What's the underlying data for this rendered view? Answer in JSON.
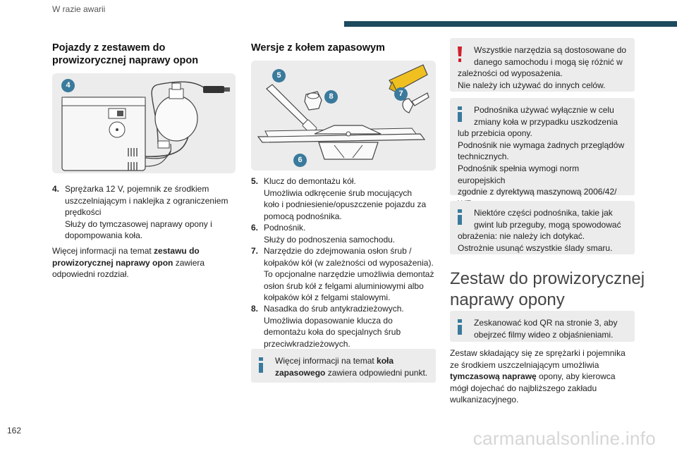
{
  "header": {
    "section": "W razie awarii"
  },
  "footer": {
    "page_number": "162",
    "watermark": "carmanualsonline.info"
  },
  "colors": {
    "accent": "#1d4a5e",
    "badge": "#3a7a9c",
    "warning": "#d0202e",
    "info": "#3a7a9c",
    "box": "#ececec"
  },
  "left": {
    "heading": [
      "Pojazdy z zestawem do",
      "prowizorycznej naprawy opon"
    ],
    "figure_badge": "4",
    "items": [
      {
        "num": "4.",
        "lines": [
          "Sprężarka 12 V, pojemnik ze środkiem",
          "uszczelniającym i naklejka z ograniczeniem",
          "prędkości",
          "Służy do tymczasowej naprawy opony i",
          "dopompowania koła."
        ]
      }
    ],
    "para": {
      "l1_pre": "Więcej informacji na temat ",
      "l1_bold": "zestawu do",
      "l2_bold": "prowizorycznej naprawy opon",
      "l2_post": " zawiera",
      "l3": "odpowiedni rozdział."
    }
  },
  "middle": {
    "heading": "Wersje z kołem zapasowym",
    "figure_badges": [
      "5",
      "6",
      "7",
      "8"
    ],
    "items": [
      {
        "num": "5.",
        "lines": [
          "Klucz do demontażu kół.",
          "Umożliwia odkręcenie śrub mocujących",
          "koło i podniesienie/opuszczenie pojazdu za",
          "pomocą podnośnika."
        ]
      },
      {
        "num": "6.",
        "lines": [
          "Podnośnik.",
          "Służy do podnoszenia samochodu."
        ]
      },
      {
        "num": "7.",
        "lines": [
          "Narzędzie do zdejmowania osłon śrub /",
          "kołpaków kół (w zależności od wyposażenia).",
          "To opcjonalne narzędzie umożliwia demontaż",
          "osłon śrub kół z felgami aluminiowymi albo",
          "kołpaków kół z felgami stalowymi."
        ]
      },
      {
        "num": "8.",
        "lines": [
          "Nasadka do śrub antykradzieżowych.",
          "Umożliwia dopasowanie klucza do",
          "demontażu koła do specjalnych śrub",
          "przeciwkradzieżowych."
        ]
      }
    ],
    "note": {
      "l1_pre": "Więcej informacji na temat ",
      "l1_bold": "koła",
      "l2_bold": "zapasowego",
      "l2_post": " zawiera odpowiedni punkt."
    }
  },
  "right": {
    "warning_box": [
      "Wszystkie narzędzia są dostosowane do",
      "danego samochodu i mogą się różnić w",
      "zależności od wyposażenia.",
      "Nie należy ich używać do innych celów."
    ],
    "info_box_1": [
      "Podnośnika używać wyłącznie w celu",
      "zmiany koła w przypadku uszkodzenia",
      "lub przebicia opony.",
      "Podnośnik nie wymaga żadnych przeglądów",
      "technicznych.",
      "Podnośnik spełnia wymogi norm europejskich",
      "zgodnie z dyrektywą maszynową 2006/42/",
      "WE."
    ],
    "info_box_2": [
      "Niektóre części podnośnika, takie jak",
      "gwint lub przeguby, mogą spowodować",
      "obrażenia: nie należy ich dotykać.",
      "Ostrożnie usunąć wszystkie ślady smaru."
    ],
    "section_title": [
      "Zestaw do prowizorycznej",
      "naprawy opony"
    ],
    "info_box_3": [
      "Zeskanować kod QR na stronie 3, aby",
      "obejrzeć filmy wideo z objaśnieniami."
    ],
    "para": {
      "l1": "Zestaw składający się ze sprężarki i pojemnika",
      "l2": "ze środkiem uszczelniającym umożliwia",
      "l3_bold": "tymczasową naprawę",
      "l3_post": " opony, aby kierowca",
      "l4": "mógł dojechać do najbliższego zakładu",
      "l5": "wulkanizacyjnego."
    }
  }
}
